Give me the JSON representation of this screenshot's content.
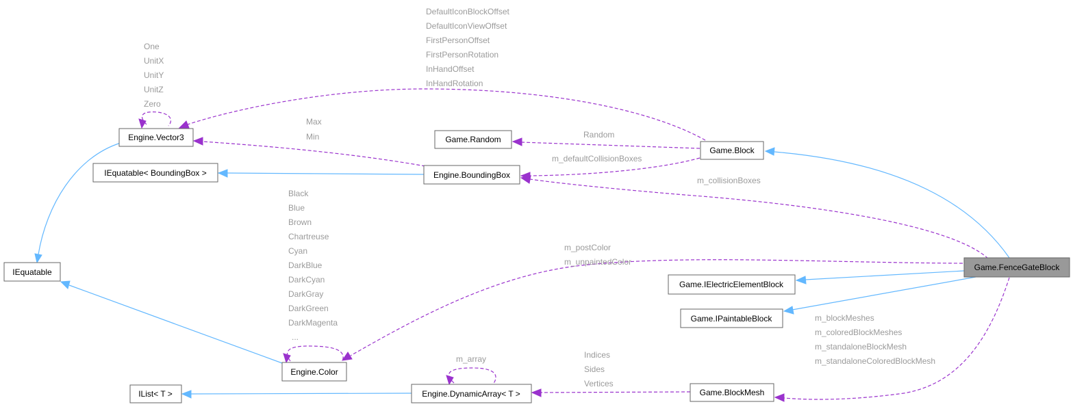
{
  "nodes": {
    "fence_gate_block": "Game.FenceGateBlock",
    "block": "Game.Block",
    "ielectric": "Game.IElectricElementBlock",
    "ipaintable": "Game.IPaintableBlock",
    "block_mesh": "Game.BlockMesh",
    "random": "Game.Random",
    "bounding_box": "Engine.BoundingBox",
    "vector3": "Engine.Vector3",
    "iequatable_bb": "IEquatable< BoundingBox >",
    "iequatable": "IEquatable",
    "color": "Engine.Color",
    "dynamic_array": "Engine.DynamicArray< T >",
    "ilist": "IList< T >"
  },
  "edge_labels": {
    "block_to_vector3": [
      "DefaultIconBlockOffset",
      "DefaultIconViewOffset",
      "FirstPersonOffset",
      "FirstPersonRotation",
      "InHandOffset",
      "InHandRotation"
    ],
    "vector3_self": [
      "One",
      "UnitX",
      "UnitY",
      "UnitZ",
      "Zero"
    ],
    "bb_to_vector3": [
      "Max",
      "Min"
    ],
    "block_to_random": [
      "Random"
    ],
    "block_to_bb": [
      "m_defaultCollisionBoxes"
    ],
    "fence_to_bb": [
      "m_collisionBoxes"
    ],
    "color_self": [
      "Black",
      "Blue",
      "Brown",
      "Chartreuse",
      "Cyan",
      "DarkBlue",
      "DarkCyan",
      "DarkGray",
      "DarkGreen",
      "DarkMagenta",
      "..."
    ],
    "fence_to_color": [
      "m_postColor",
      "m_unpaintedColor"
    ],
    "dynarray_self": [
      "m_array"
    ],
    "mesh_to_dynarray": [
      "Indices",
      "Sides",
      "Vertices"
    ],
    "fence_to_mesh": [
      "m_blockMeshes",
      "m_coloredBlockMeshes",
      "m_standaloneBlockMesh",
      "m_standaloneColoredBlockMesh"
    ]
  },
  "colors": {
    "inheritance": "#63b8ff",
    "usage": "#9a32cd",
    "focus_node": "#999999",
    "edge_label": "#9a9a9a"
  }
}
